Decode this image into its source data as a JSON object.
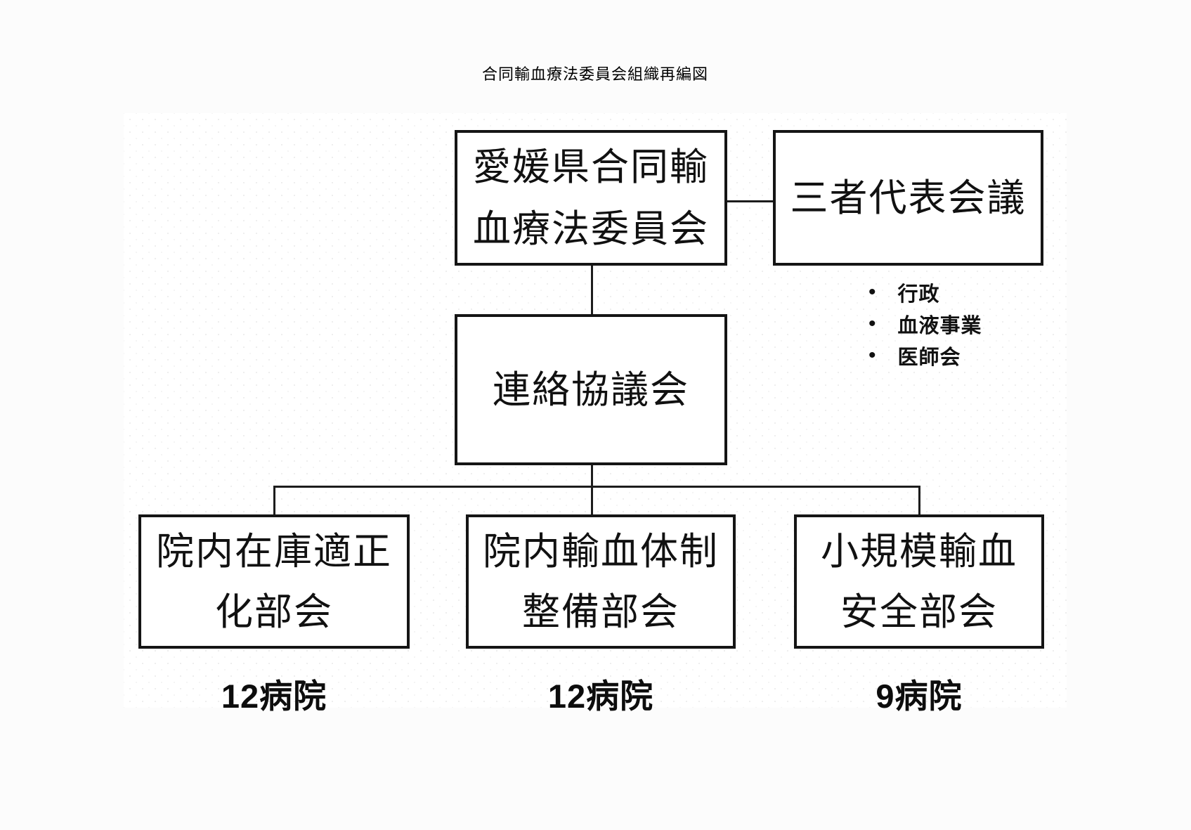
{
  "title": "合同輸血療法委員会組織再編図",
  "org": {
    "committee": {
      "line1": "愛媛県合同輸",
      "line2": "血療法委員会"
    },
    "representative_meeting": {
      "label": "三者代表会議"
    },
    "bullet_char": "•",
    "members": [
      "行政",
      "血液事業",
      "医師会"
    ],
    "liaison_council": {
      "label": "連絡協議会"
    },
    "subcommittees": [
      {
        "line1": "院内在庫適正",
        "line2": "化部会",
        "hospitals": "12病院"
      },
      {
        "line1": "院内輸血体制",
        "line2": "整備部会",
        "hospitals": "12病院"
      },
      {
        "line1": "小規模輸血",
        "line2": "安全部会",
        "hospitals": "9病院"
      }
    ],
    "colors": {
      "line": "#1c1c1c",
      "box_border": "#151515",
      "text": "#111111",
      "panel_bg": "#ffffff",
      "page_bg": "#fcfcfc"
    }
  }
}
